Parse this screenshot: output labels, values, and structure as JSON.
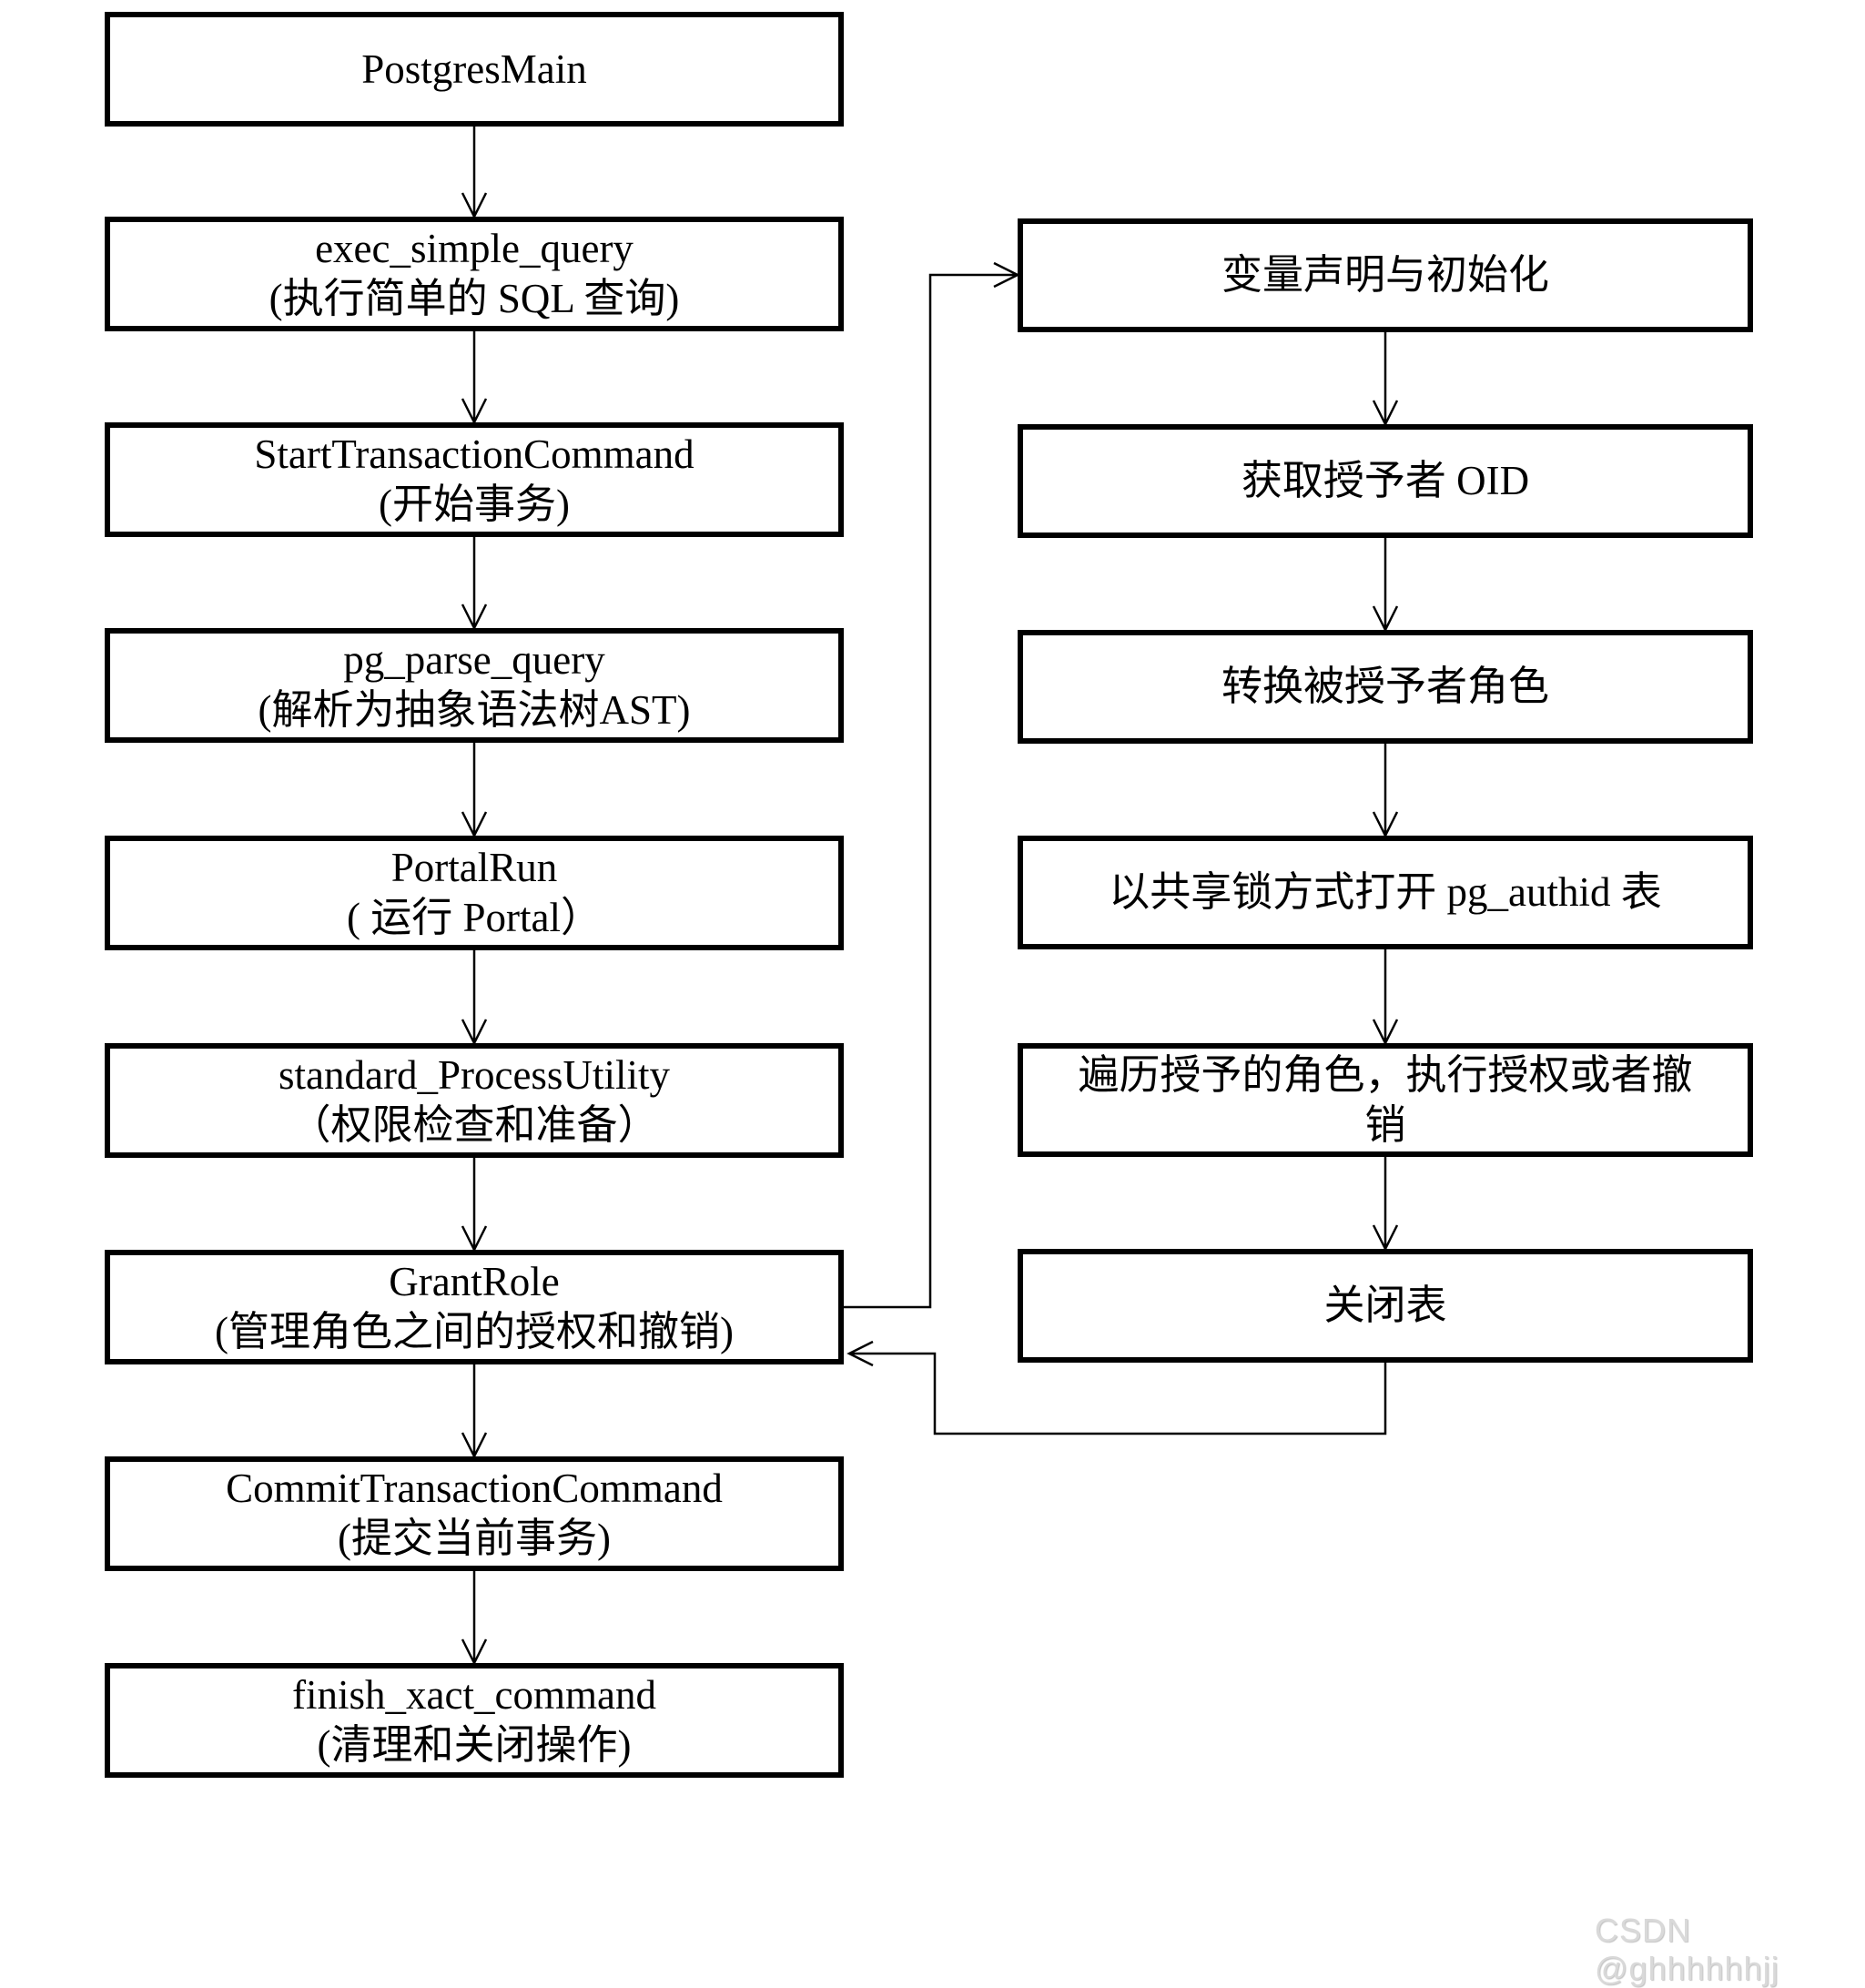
{
  "canvas": {
    "background": "#ffffff",
    "box_border_color": "#000000",
    "connector_color": "#000000",
    "text_color": "#000000"
  },
  "left_column": {
    "nodes": [
      {
        "id": "postgres-main",
        "lines": [
          "PostgresMain"
        ]
      },
      {
        "id": "exec-simple-query",
        "lines": [
          "exec_simple_query",
          "(执行简单的 SQL 查询)"
        ]
      },
      {
        "id": "start-transaction-command",
        "lines": [
          "StartTransactionCommand",
          "(开始事务)"
        ]
      },
      {
        "id": "pg-parse-query",
        "lines": [
          "pg_parse_query",
          "(解析为抽象语法树AST)"
        ]
      },
      {
        "id": "portal-run",
        "lines": [
          "PortalRun",
          "( 运行 Portal）"
        ]
      },
      {
        "id": "standard-process-utility",
        "lines": [
          "standard_ProcessUtility",
          "（权限检查和准备）"
        ]
      },
      {
        "id": "grant-role",
        "lines": [
          "GrantRole",
          "(管理角色之间的授权和撤销)"
        ]
      },
      {
        "id": "commit-transaction-command",
        "lines": [
          "CommitTransactionCommand",
          "(提交当前事务)"
        ]
      },
      {
        "id": "finish-xact-command",
        "lines": [
          "finish_xact_command",
          "(清理和关闭操作)"
        ]
      }
    ]
  },
  "right_column": {
    "nodes": [
      {
        "id": "declare-and-init-variables",
        "lines": [
          "变量声明与初始化"
        ]
      },
      {
        "id": "get-grantor-oid",
        "lines": [
          "获取授予者 OID"
        ]
      },
      {
        "id": "convert-grantee-roles",
        "lines": [
          "转换被授予者角色"
        ]
      },
      {
        "id": "open-pg-authid-with-shared-lock",
        "lines": [
          "以共享锁方式打开 pg_authid 表"
        ]
      },
      {
        "id": "iterate-roles-grant-or-revoke",
        "lines": [
          "遍历授予的角色，执行授权或者撤",
          "销"
        ]
      },
      {
        "id": "close-table",
        "lines": [
          "关闭表"
        ]
      }
    ]
  },
  "watermark": {
    "text": "CSDN @ghhhhhhjj",
    "color": "#d9d9d9"
  }
}
